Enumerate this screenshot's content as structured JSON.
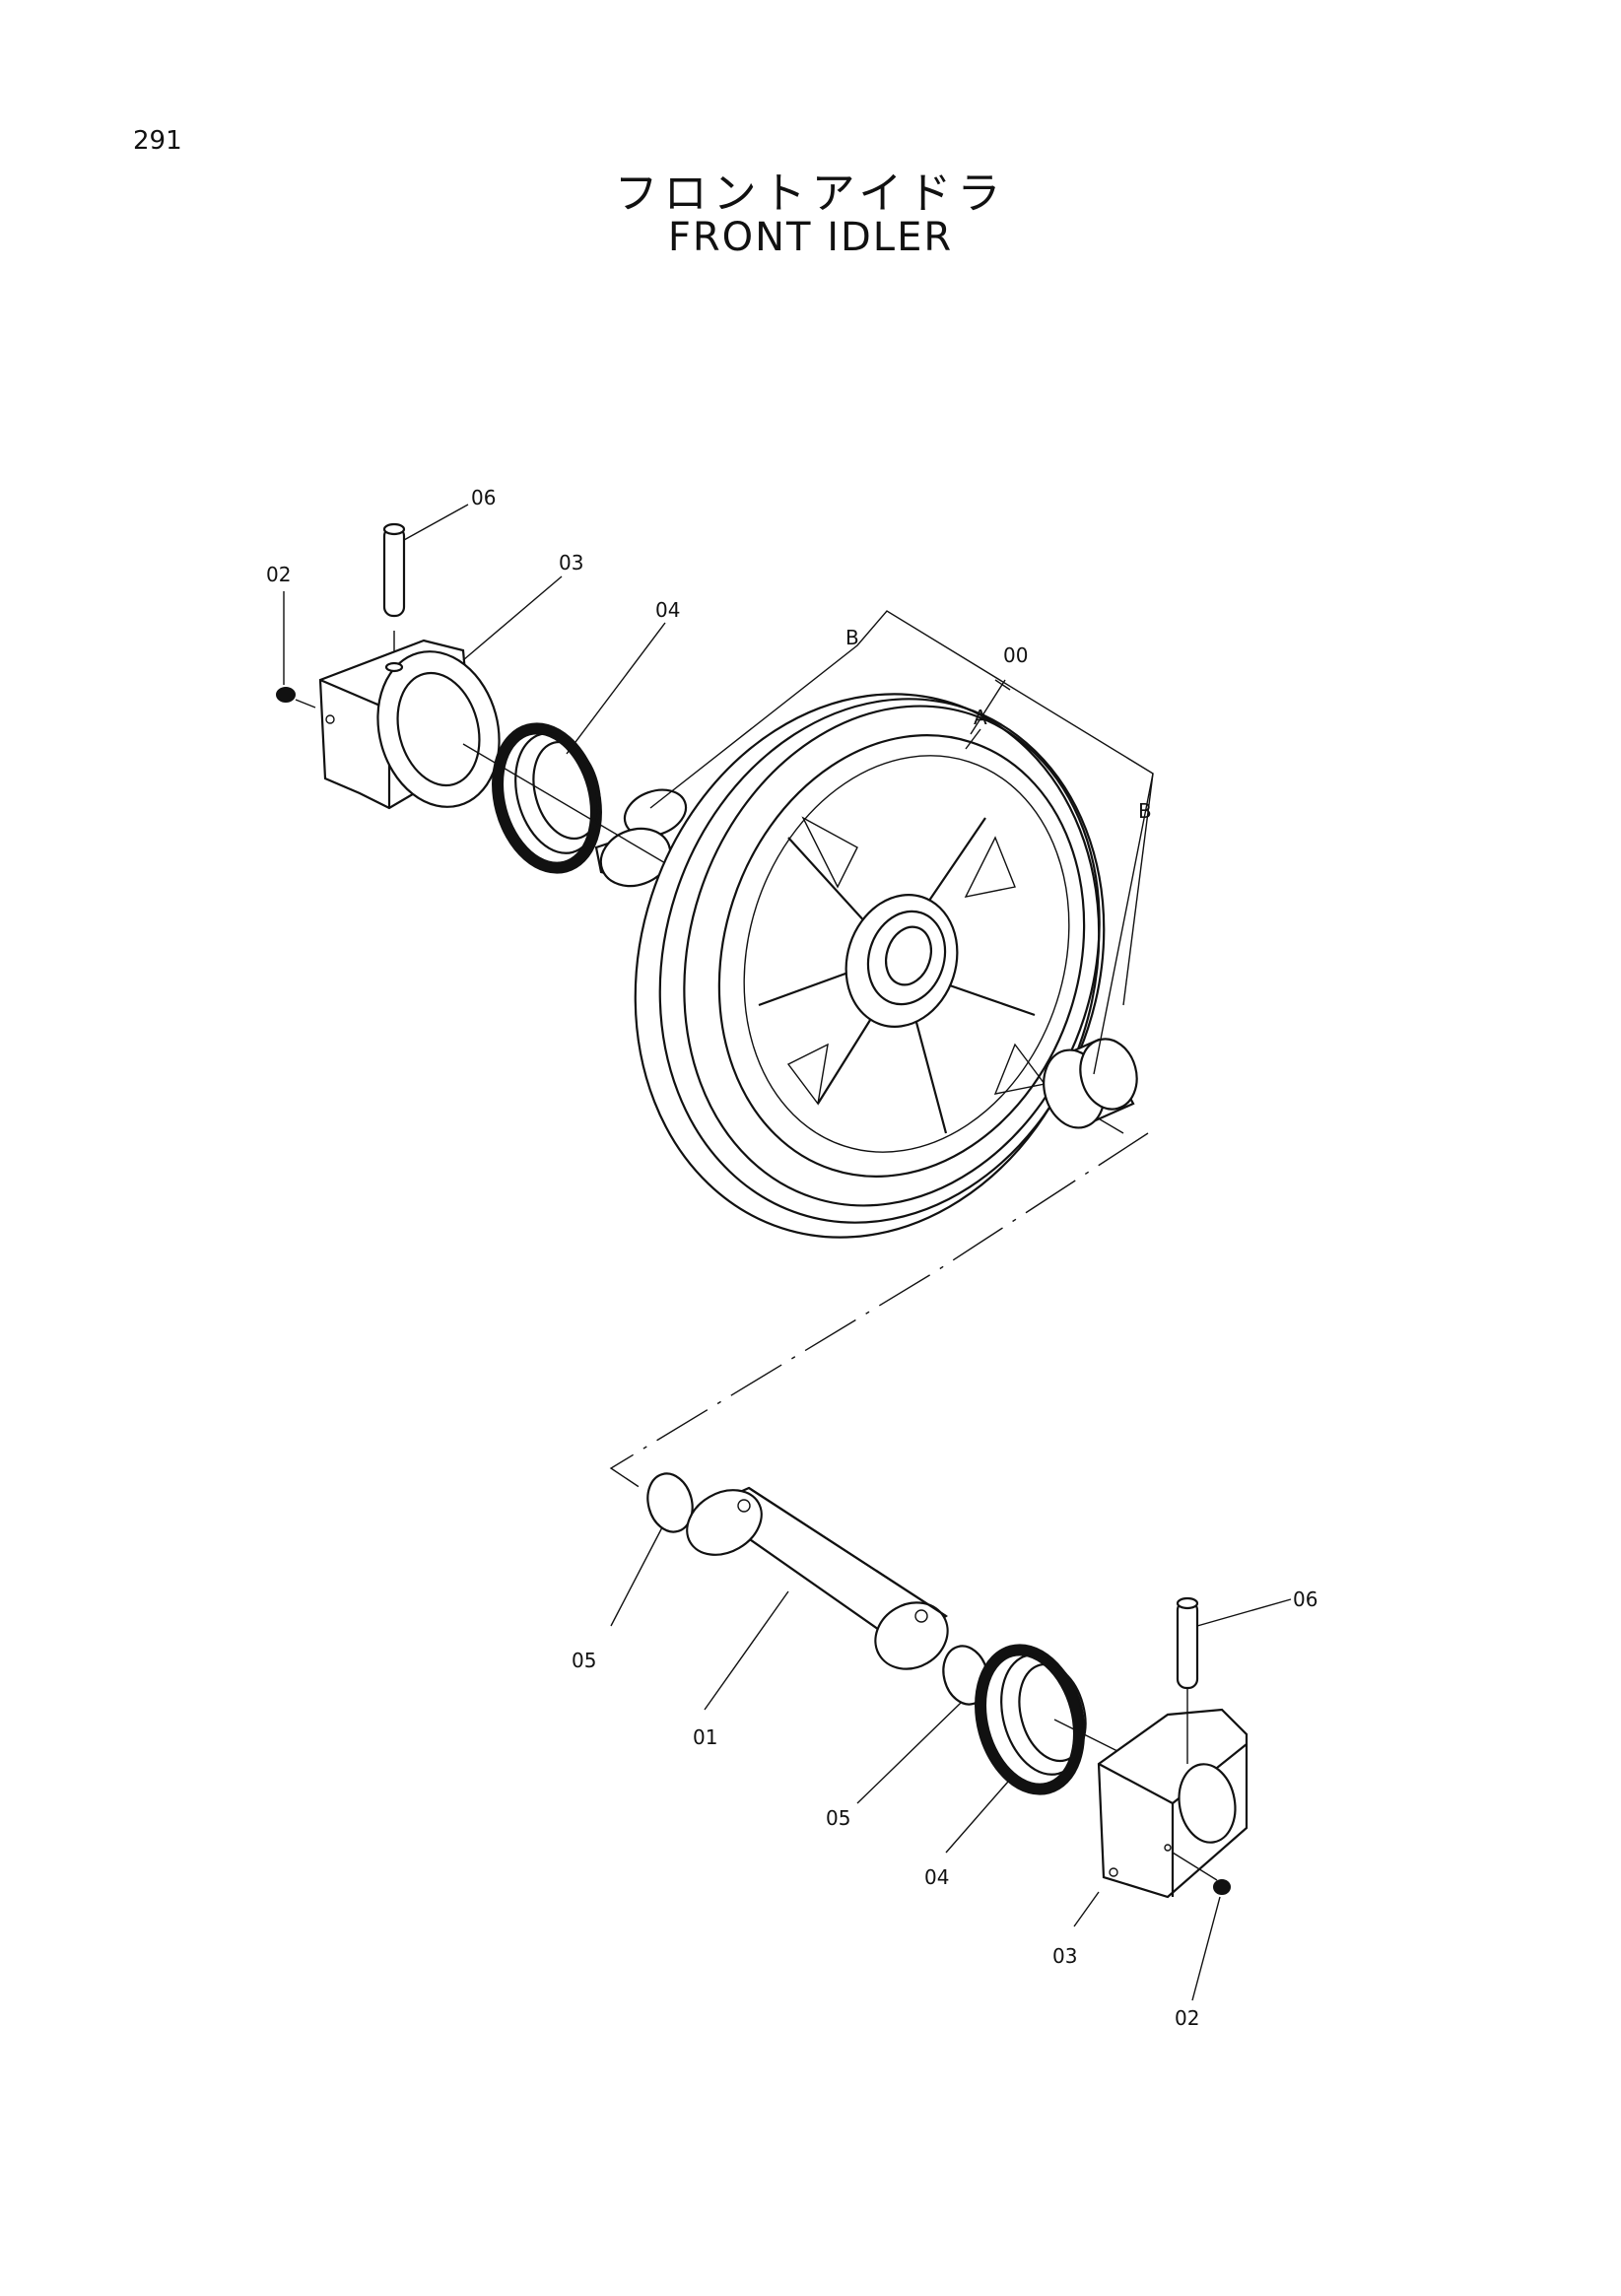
{
  "page": {
    "number": "291"
  },
  "title": {
    "japanese": "フロントアイドラ",
    "english": "FRONT IDLER"
  },
  "callouts": {
    "c00": "00",
    "cA": "A",
    "cB_top": "B",
    "cB_right": "B",
    "c01": "01",
    "c02_top": "02",
    "c03_top": "03",
    "c04_top": "04",
    "c06_top": "06",
    "c05_left": "05",
    "c05_mid": "05",
    "c04_bottom": "04",
    "c03_bottom": "03",
    "c02_bottom": "02",
    "c06_bottom": "06"
  }
}
